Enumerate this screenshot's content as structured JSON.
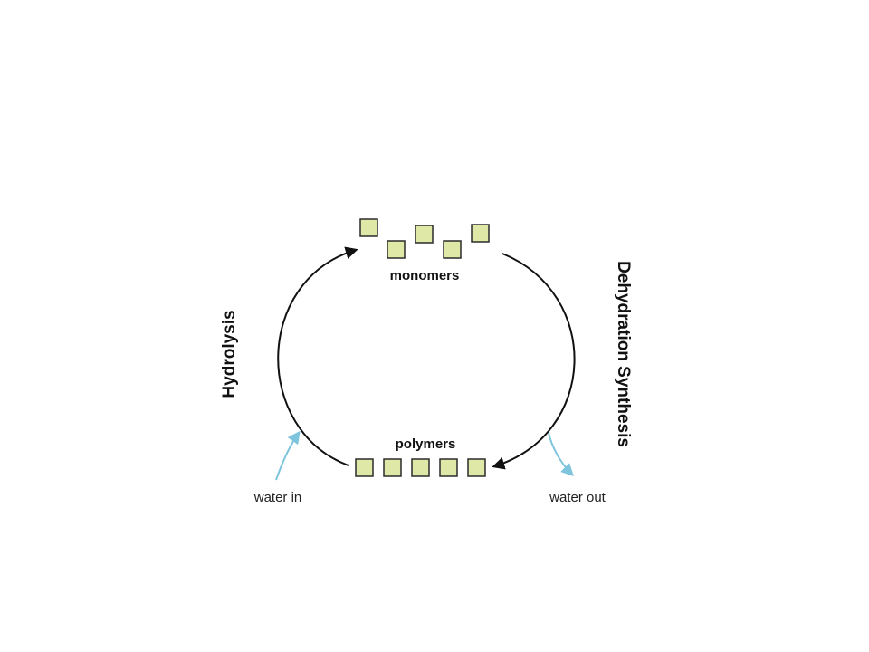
{
  "labels": {
    "monomers": "monomers",
    "polymers": "polymers",
    "hydrolysis": "Hydrolysis",
    "dehydration_synthesis": "Dehydration Synthesis",
    "water_in": "water in",
    "water_out": "water out"
  },
  "colors": {
    "unit_fill": "#dfe8a6",
    "unit_stroke": "#2b2b2b",
    "cycle_arrow": "#111111",
    "water_arrow": "#7ec4dd"
  }
}
